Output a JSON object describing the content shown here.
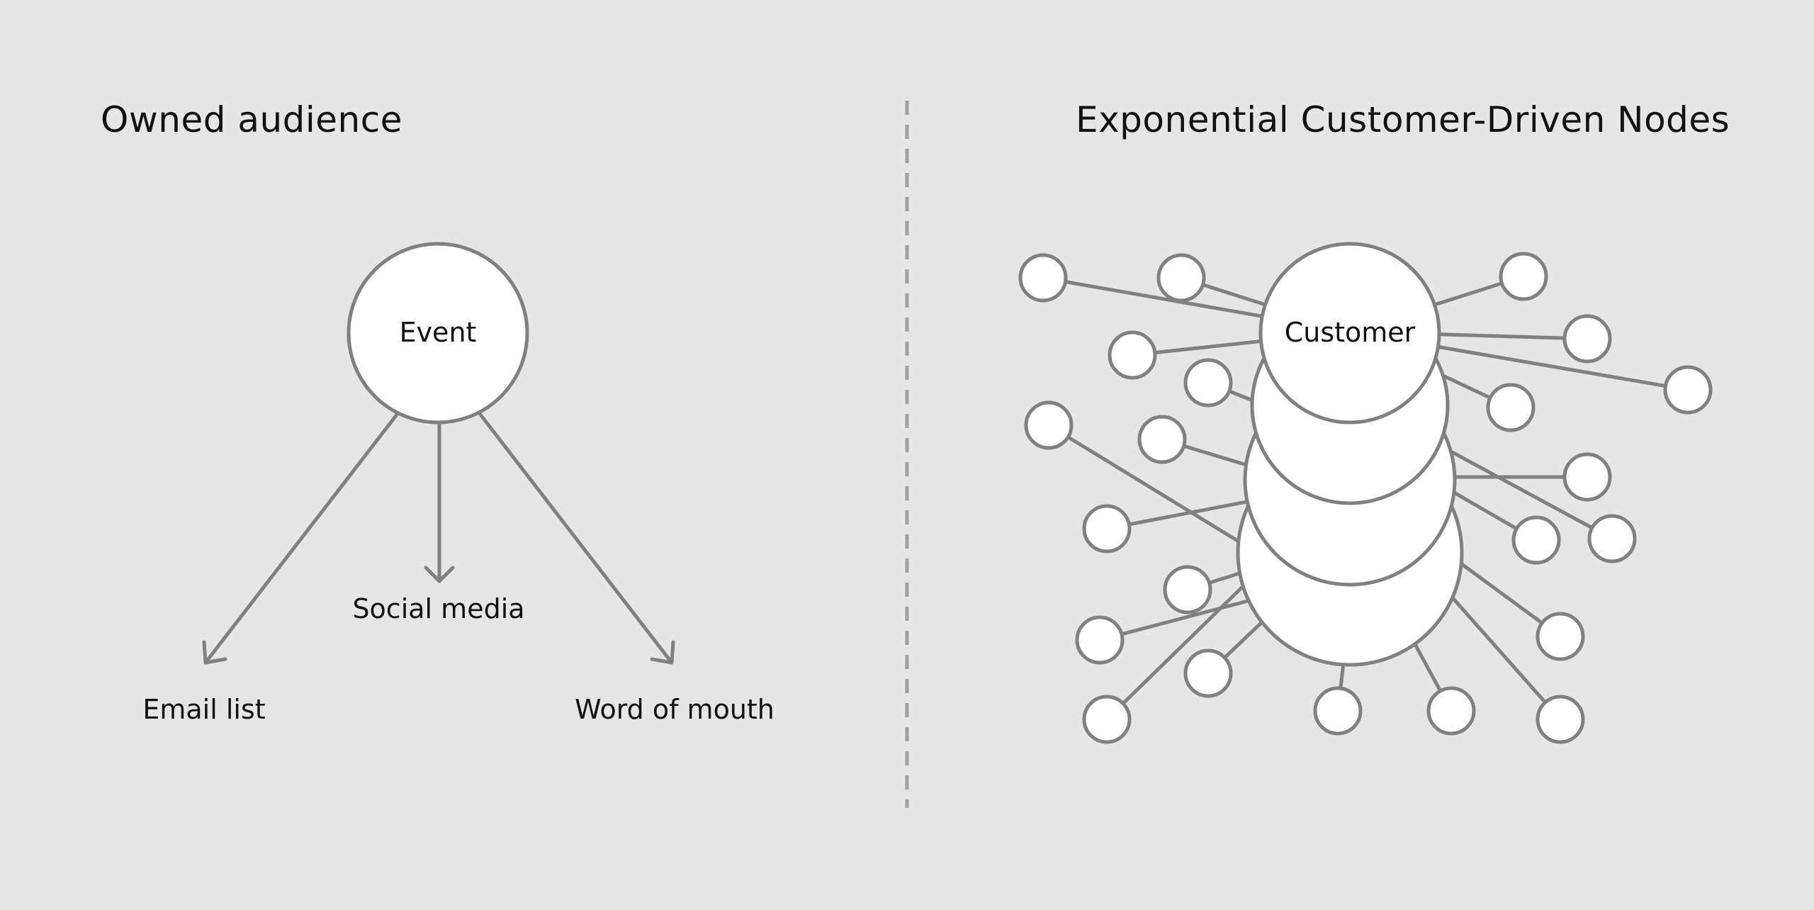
{
  "left": {
    "title": "Owned audience",
    "center_node": "Event",
    "branches": [
      "Email list",
      "Social media",
      "Word of mouth"
    ]
  },
  "right": {
    "title": "Exponential Customer-Driven Nodes",
    "center_node": "Customer"
  },
  "colors": {
    "background": "#e6e6e6",
    "stroke": "#808080",
    "node_fill": "#ffffff",
    "divider": "#a0a0a0"
  }
}
